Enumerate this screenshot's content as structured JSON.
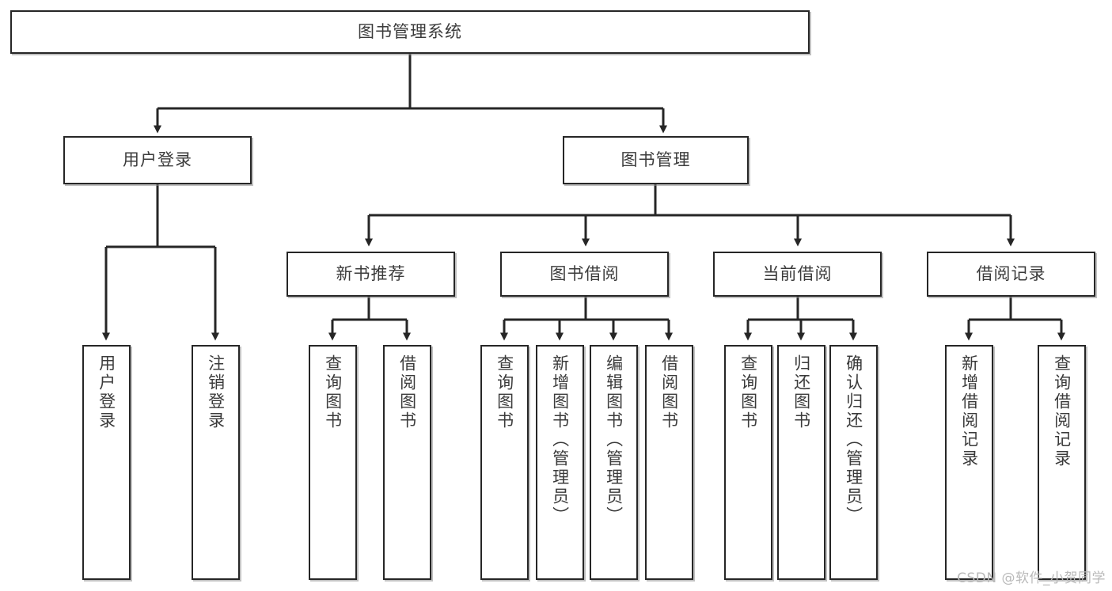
{
  "diagram": {
    "type": "tree",
    "title": "图书管理系统",
    "orientation": "top-down",
    "root": {
      "label": "图书管理系统"
    },
    "level1": [
      {
        "label": "用户登录"
      },
      {
        "label": "图书管理"
      }
    ],
    "level2": [
      {
        "label": "新书推荐"
      },
      {
        "label": "图书借阅"
      },
      {
        "label": "当前借阅"
      },
      {
        "label": "借阅记录"
      }
    ],
    "leaves": {
      "user_login": [
        {
          "label": "用户登录"
        },
        {
          "label": "注销登录"
        }
      ],
      "new_book_recommend": [
        {
          "label": "查询图书"
        },
        {
          "label": "借阅图书"
        }
      ],
      "book_borrow": [
        {
          "label": "查询图书"
        },
        {
          "label": "新增图书（管理员）"
        },
        {
          "label": "编辑图书（管理员）"
        },
        {
          "label": "借阅图书"
        }
      ],
      "current_borrow": [
        {
          "label": "查询图书"
        },
        {
          "label": "归还图书"
        },
        {
          "label": "确认归还（管理员）"
        }
      ],
      "borrow_record": [
        {
          "label": "新增借阅记录"
        },
        {
          "label": "查询借阅记录"
        }
      ]
    }
  },
  "watermark": {
    "text": "CSDN @软件_小贺同学"
  },
  "colors": {
    "box_border": "#262626",
    "box_fill": "#ffffff",
    "text": "#3b3b3b",
    "line": "#262626",
    "shadow": "#8c8c8c",
    "watermark": "#b9b9b9"
  }
}
